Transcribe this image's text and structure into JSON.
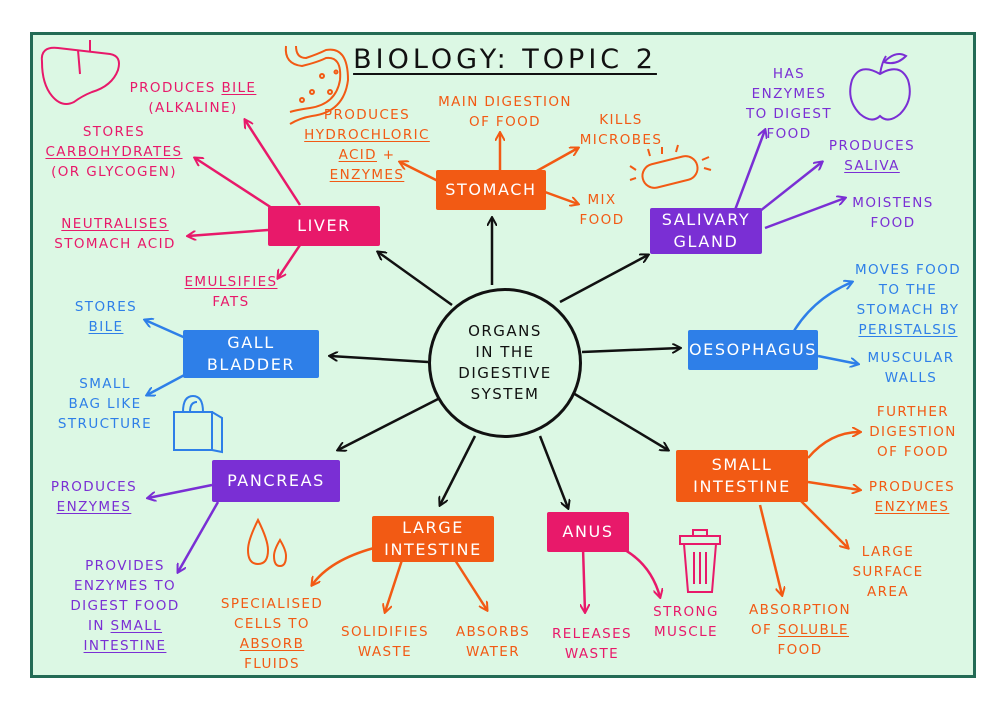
{
  "title": "BIOLOGY: TOPIC 2",
  "center": [
    "ORGANS",
    "IN THE",
    "DIGESTIVE",
    "SYSTEM"
  ],
  "colors": {
    "pink": "#e8196a",
    "orange": "#f25a14",
    "purple": "#7a2fd4",
    "blue": "#2e7fe8",
    "board": "#dcf8e4",
    "frame": "#236b55"
  },
  "organs": {
    "liver": {
      "label": "LIVER",
      "facts": {
        "bile_1": "PRODUCES",
        "bile_2": "BILE",
        "bile_3": "(ALKALINE)",
        "carb_1": "STORES",
        "carb_2": "CARBOHYDRATES",
        "carb_3": "(OR GLYCOGEN)",
        "neut_1": "NEUTRALISES",
        "neut_2": "STOMACH ACID",
        "emul_1": "EMULSIFIES",
        "emul_2": "FATS"
      }
    },
    "stomach": {
      "label": "STOMACH",
      "facts": {
        "hcl_1": "PRODUCES",
        "hcl_2": "HYDROCHLORIC",
        "hcl_3": "ACID",
        "hcl_4": "+",
        "hcl_5": "ENZYMES",
        "main_1": "MAIN DIGESTION",
        "main_2": "OF FOOD",
        "kill_1": "KILLS",
        "kill_2": "MICROBES",
        "mix_1": "MIX",
        "mix_2": "FOOD"
      }
    },
    "salivary": {
      "label_1": "SALIVARY",
      "label_2": "GLAND",
      "facts": {
        "enz_1": "HAS",
        "enz_2": "ENZYMES",
        "enz_3": "TO DIGEST",
        "enz_4": "FOOD",
        "sal_1": "PRODUCES",
        "sal_2": "SALIVA",
        "moist_1": "MOISTENS",
        "moist_2": "FOOD"
      }
    },
    "gall": {
      "label_1": "GALL",
      "label_2": "BLADDER",
      "facts": {
        "store_1": "STORES",
        "store_2": "BILE",
        "bag_1": "SMALL",
        "bag_2": "BAG LIKE",
        "bag_3": "STRUCTURE"
      }
    },
    "oesophagus": {
      "label": "OESOPHAGUS",
      "facts": {
        "move_1": "MOVES FOOD",
        "move_2": "TO THE",
        "move_3": "STOMACH BY",
        "move_4": "PERISTALSIS",
        "musc_1": "MUSCULAR",
        "musc_2": "WALLS"
      }
    },
    "pancreas": {
      "label": "PANCREAS",
      "facts": {
        "prod_1": "PRODUCES",
        "prod_2": "ENZYMES",
        "prov_1": "PROVIDES",
        "prov_2": "ENZYMES TO",
        "prov_3": "DIGEST FOOD",
        "prov_4": "IN",
        "prov_5": "SMALL",
        "prov_6": "INTESTINE"
      }
    },
    "large": {
      "label_1": "LARGE",
      "label_2": "INTESTINE",
      "facts": {
        "spec_1": "SPECIALISED",
        "spec_2": "CELLS TO",
        "spec_3": "ABSORB",
        "spec_4": "FLUIDS",
        "sol_1": "SOLIDIFIES",
        "sol_2": "WASTE",
        "abs_1": "ABSORBS",
        "abs_2": "WATER"
      }
    },
    "anus": {
      "label": "ANUS",
      "facts": {
        "rel_1": "RELEASES",
        "rel_2": "WASTE",
        "str_1": "STRONG",
        "str_2": "MUSCLE"
      }
    },
    "small": {
      "label_1": "SMALL",
      "label_2": "INTESTINE",
      "facts": {
        "fur_1": "FURTHER",
        "fur_2": "DIGESTION",
        "fur_3": "OF FOOD",
        "prod_1": "PRODUCES",
        "prod_2": "ENZYMES",
        "area_1": "LARGE",
        "area_2": "SURFACE",
        "area_3": "AREA",
        "abs_1": "ABSORPTION",
        "abs_2": "OF",
        "abs_3": "SOLUBLE",
        "abs_4": "FOOD"
      }
    }
  },
  "icons": [
    "liver-icon",
    "stomach-icon",
    "bacteria-icon",
    "apple-icon",
    "bag-icon",
    "drops-icon",
    "bin-icon"
  ]
}
